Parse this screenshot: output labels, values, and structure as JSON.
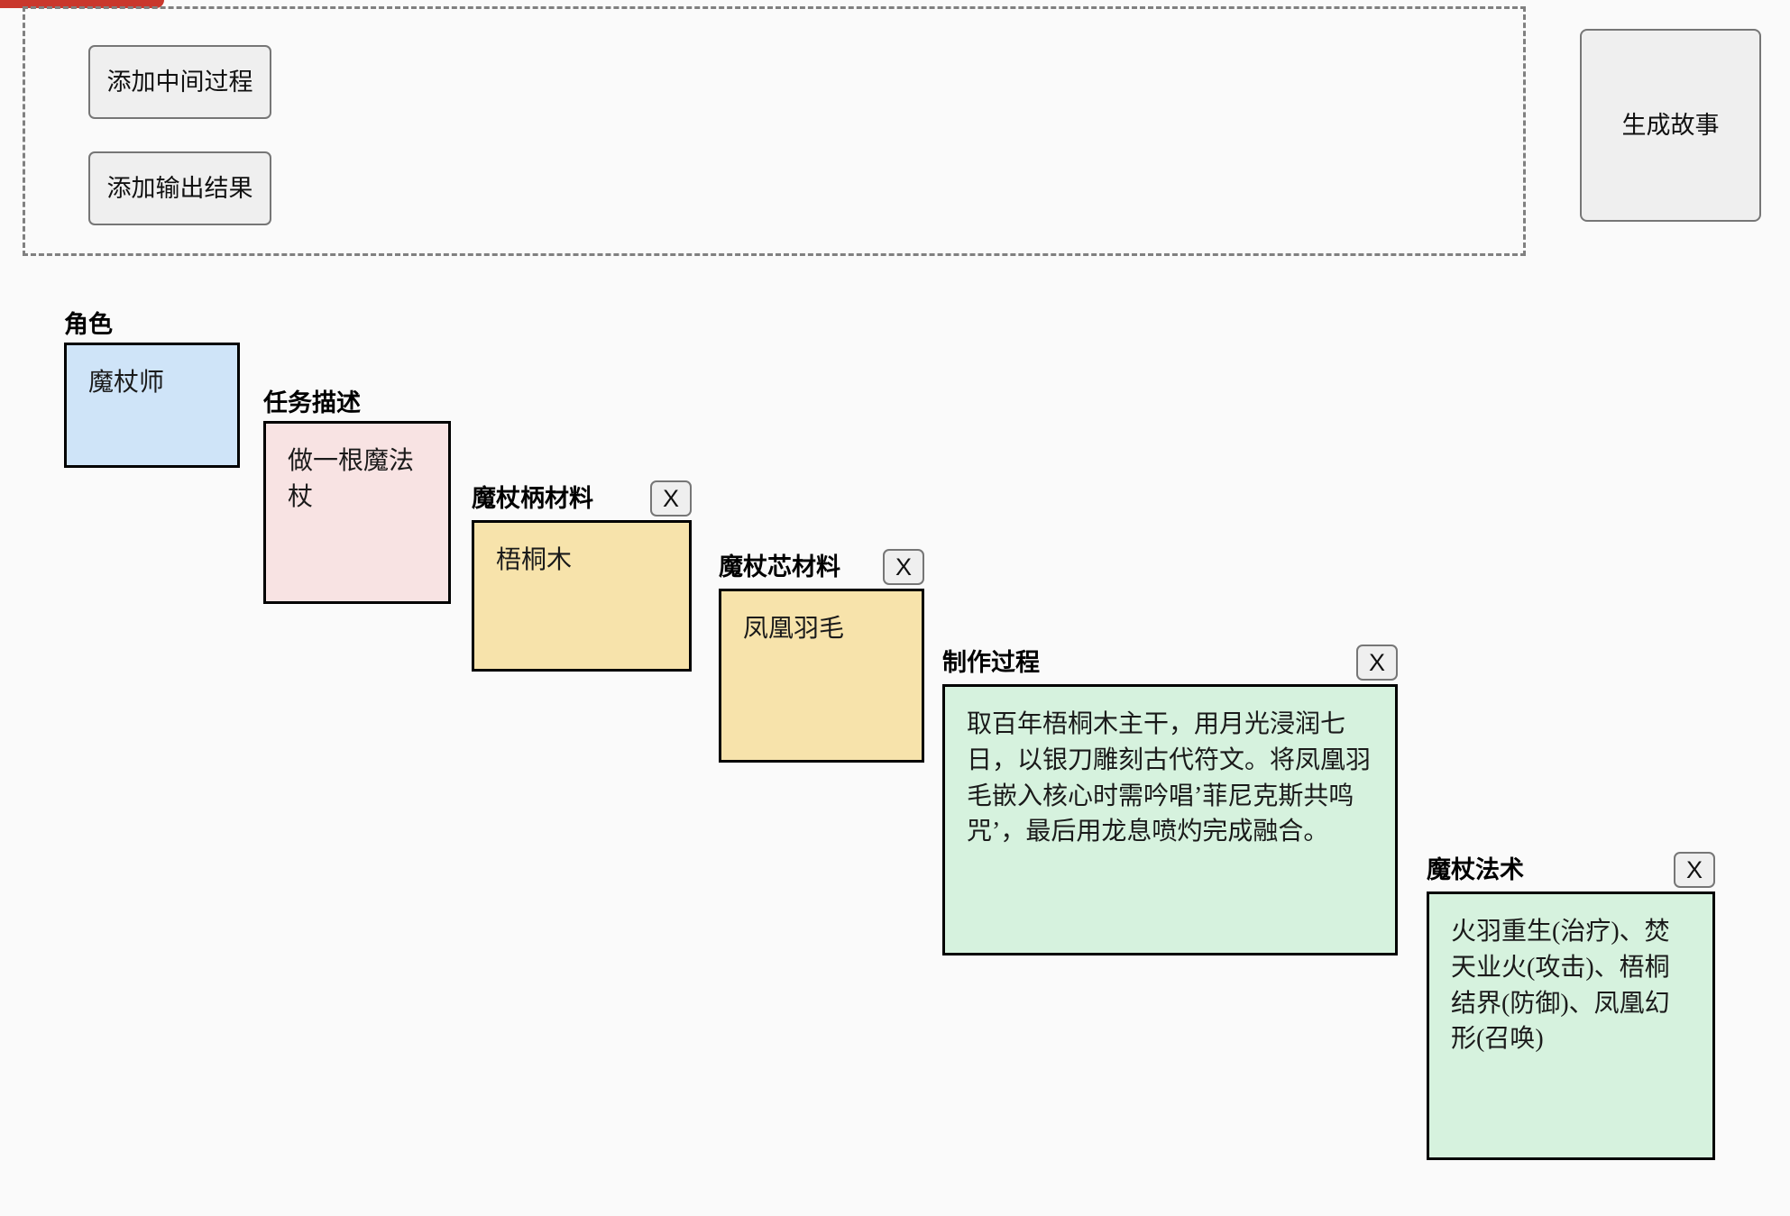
{
  "top_accent": {
    "color": "#c9372c"
  },
  "builder_panel": {
    "add_intermediate_label": "添加中间过程",
    "add_output_label": "添加输出结果"
  },
  "generate_story_button": {
    "label": "生成故事"
  },
  "remove_button_label": "X",
  "colors": {
    "background": "#fafafa",
    "accent_red": "#c9372c",
    "card_role": "#cfe4f8",
    "card_task": "#f8e3e3",
    "card_material": "#f7e3ab",
    "card_result": "#d6f2de",
    "button_face": "#efefef",
    "button_border": "#767676",
    "card_border": "#000000",
    "dashed_border": "#808080"
  },
  "slots": [
    {
      "id": "role",
      "label": "角色",
      "value": "魔杖师",
      "removable": false,
      "color": "#cfe4f8"
    },
    {
      "id": "task",
      "label": "任务描述",
      "value": "做一根魔法杖",
      "removable": false,
      "color": "#f8e3e3"
    },
    {
      "id": "handle",
      "label": "魔杖柄材料",
      "value": "梧桐木",
      "removable": true,
      "color": "#f7e3ab"
    },
    {
      "id": "core",
      "label": "魔杖芯材料",
      "value": "凤凰羽毛",
      "removable": true,
      "color": "#f7e3ab"
    },
    {
      "id": "process",
      "label": "制作过程",
      "value": "取百年梧桐木主干，用月光浸润七日，以银刀雕刻古代符文。将凤凰羽毛嵌入核心时需吟唱’菲尼克斯共鸣咒’，最后用龙息喷灼完成融合。",
      "removable": true,
      "color": "#d6f2de"
    },
    {
      "id": "spells",
      "label": "魔杖法术",
      "value": "火羽重生(治疗)、焚天业火(攻击)、梧桐结界(防御)、凤凰幻形(召唤)",
      "removable": true,
      "color": "#d6f2de"
    }
  ]
}
